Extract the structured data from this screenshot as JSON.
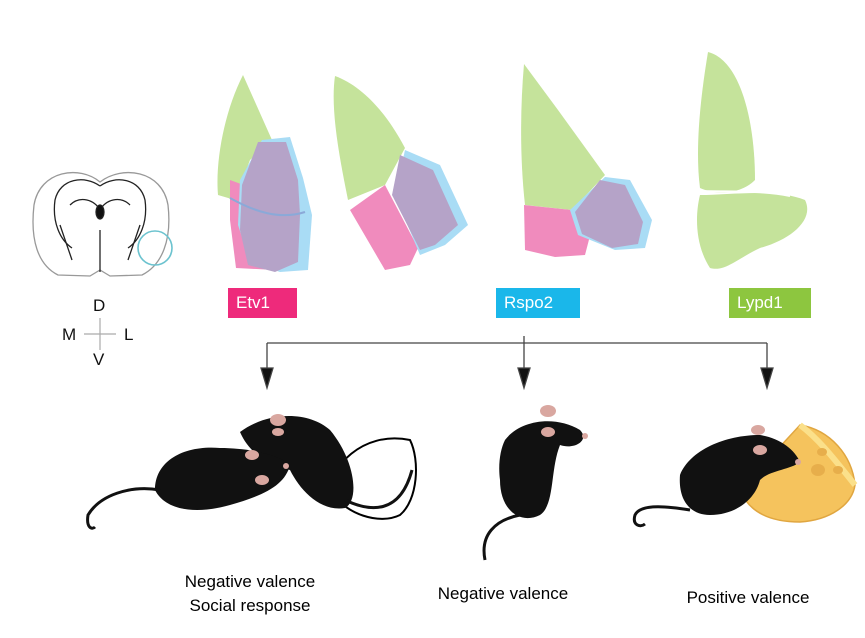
{
  "orientation": {
    "dorsal": "D",
    "ventral": "V",
    "medial": "M",
    "lateral": "L"
  },
  "markers": [
    {
      "label": "Etv1",
      "color": "#ee2a7b"
    },
    {
      "label": "Rspo2",
      "color": "#1ab7ea"
    },
    {
      "label": "Lypd1",
      "color": "#8dc63f"
    }
  ],
  "region_colors": {
    "pink": "#f08bbd",
    "blue": "#a9dcf5",
    "green": "#c5e39b",
    "overlap": "#b5a3c8"
  },
  "behaviors": [
    {
      "line1": "Negative valence",
      "line2": "Social response"
    },
    {
      "line1": "Negative valence",
      "line2": ""
    },
    {
      "line1": "Positive valence",
      "line2": ""
    }
  ]
}
